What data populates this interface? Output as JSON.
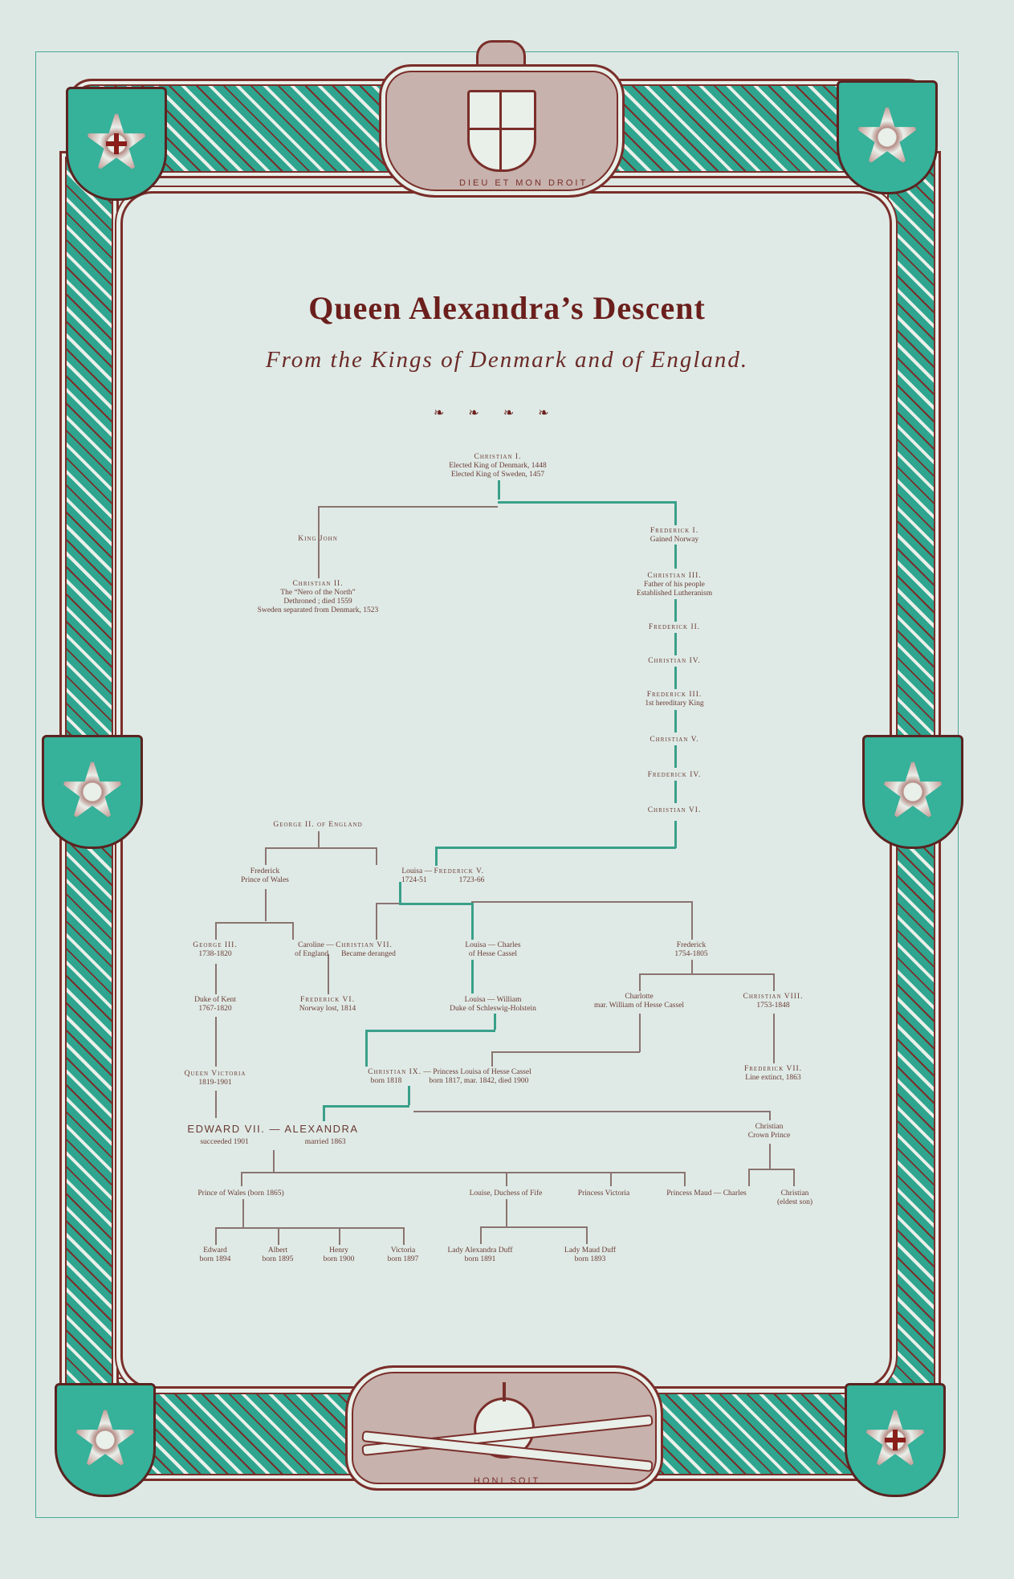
{
  "document": {
    "title": "Queen Alexandra’s Descent",
    "subtitle": "From the Kings of Denmark and of England.",
    "ornaments": [
      "fleuron",
      "fleuron",
      "fleuron",
      "fleuron"
    ],
    "fleuron_glyph": "❧",
    "border": {
      "top_crest": "royal-coat-of-arms",
      "top_motto": "DIEU ET MON DROIT",
      "bottom_crest": "orb-and-scepters",
      "bottom_motto": "HONI SOIT",
      "corner_badges": [
        "coldstream-guards-star",
        "garter-star",
        "thistle-star",
        "order-star"
      ],
      "side_badges": [
        "scots-guards-star",
        "irish-guards-star"
      ]
    },
    "colors": {
      "maroon": "#6b1f1c",
      "teal": "#36b19a",
      "paper": "#dde8e4",
      "line": "#8a7470",
      "descent_line": "#3aa08a"
    }
  },
  "tree": {
    "christian1": {
      "name": "Christian I.",
      "l1": "Elected King of Denmark, 1448",
      "l2": "Elected King of Sweden, 1457"
    },
    "king_john": {
      "name": "King John"
    },
    "christian2": {
      "name": "Christian II.",
      "l1": "The “Nero of the North”",
      "l2": "Dethroned ; died 1559",
      "l3": "Sweden separated from Denmark, 1523"
    },
    "frederick1": {
      "name": "Frederick I.",
      "l1": "Gained Norway"
    },
    "christian3": {
      "name": "Christian III.",
      "l1": "Father of his people",
      "l2": "Established Lutheranism"
    },
    "frederick2": {
      "name": "Frederick II."
    },
    "christian4": {
      "name": "Christian IV."
    },
    "frederick3": {
      "name": "Frederick III.",
      "l1": "1st hereditary King"
    },
    "christian5": {
      "name": "Christian V."
    },
    "frederick4": {
      "name": "Frederick IV."
    },
    "christian6": {
      "name": "Christian VI."
    },
    "george2": {
      "name": "George II. of England"
    },
    "frederick_pow": {
      "l0": "Frederick",
      "l1": "Prince of Wales"
    },
    "louisa_fred5": {
      "l0a": "Louisa",
      "eq": " — ",
      "l0b": "Frederick V.",
      "d1": "1724-51",
      "d2": "1723-66"
    },
    "george3": {
      "name": "George III.",
      "l1": "1738-1820"
    },
    "caroline_c7": {
      "l0a": "Caroline",
      "eq": " — ",
      "l0b": "Christian VII.",
      "l1a": "of England",
      "l1b": "Became deranged"
    },
    "louisa_charles": {
      "l0": "Louisa — Charles",
      "l1": "of Hesse Cassel"
    },
    "frederick_1754": {
      "l0": "Frederick",
      "l1": "1754-1805"
    },
    "duke_kent": {
      "l0": "Duke of Kent",
      "l1": "1767-1820"
    },
    "frederick6": {
      "name": "Frederick VI.",
      "l1": "Norway lost, 1814"
    },
    "louisa_william": {
      "l0": "Louisa — William",
      "l1": "Duke of Schleswig-Holstein"
    },
    "charlotte": {
      "l0": "Charlotte",
      "l1": "mar. William of Hesse Cassel"
    },
    "christian8": {
      "name": "Christian VIII.",
      "l1": "1753-1848"
    },
    "queen_victoria": {
      "name": "Queen Victoria",
      "l1": "1819-1901"
    },
    "christian9": {
      "name": "Christian IX.",
      "eq": " — ",
      "spouse": "Princess Louisa of Hesse Cassel",
      "l1a": "born 1818",
      "l1b": "born 1817, mar. 1842, died 1900"
    },
    "frederick7": {
      "name": "Frederick VII.",
      "l1": "Line extinct, 1863"
    },
    "edward7": {
      "name": "EDWARD VII.",
      "eq": "—",
      "spouse": "ALEXANDRA",
      "l1a": "succeeded 1901",
      "l1b": "married 1863"
    },
    "christian_cp": {
      "l0": "Christian",
      "l1": "Crown Prince"
    },
    "prince_wales": {
      "l0": "Prince of Wales (born 1865)"
    },
    "louise_fife": {
      "l0": "Louise, Duchess of Fife"
    },
    "princess_victoria": {
      "l0": "Princess Victoria"
    },
    "maud_charles": {
      "l0": "Princess Maud — Charles"
    },
    "christian_eldest": {
      "l0": "Christian",
      "l1": "(eldest son)"
    },
    "grandchildren": [
      {
        "l0": "Edward",
        "l1": "born 1894"
      },
      {
        "l0": "Albert",
        "l1": "born 1895"
      },
      {
        "l0": "Henry",
        "l1": "born 1900"
      },
      {
        "l0": "Victoria",
        "l1": "born 1897"
      },
      {
        "l0": "Lady Alexandra Duff",
        "l1": "born 1891"
      },
      {
        "l0": "Lady Maud Duff",
        "l1": "born 1893"
      }
    ]
  }
}
